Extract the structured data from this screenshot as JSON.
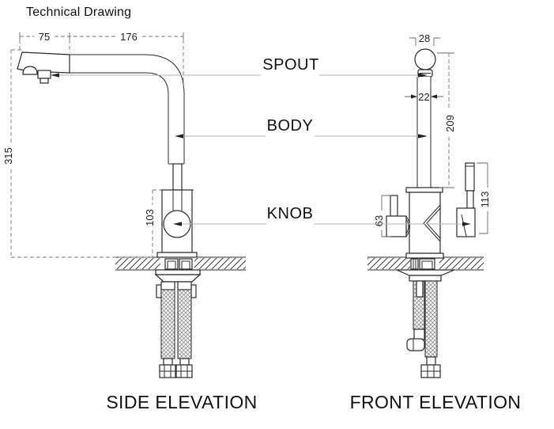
{
  "title": "Technical Drawing",
  "labels": {
    "spout": "SPOUT",
    "body": "BODY",
    "knob": "KNOB"
  },
  "side": {
    "caption": "SIDE ELEVATION",
    "dims": {
      "tip": "75",
      "reach": "176",
      "height": "315",
      "body_h": "103"
    }
  },
  "front": {
    "caption": "FRONT ELEVATION",
    "dims": {
      "spout_w": "28",
      "tube_w": "22",
      "height": "209",
      "lever_h": "113",
      "knob_h": "63"
    }
  },
  "colors": {
    "line": "#2a2a2a",
    "dim": "#666666",
    "leader": "#b3b3b3",
    "paper": "#ffffff"
  }
}
